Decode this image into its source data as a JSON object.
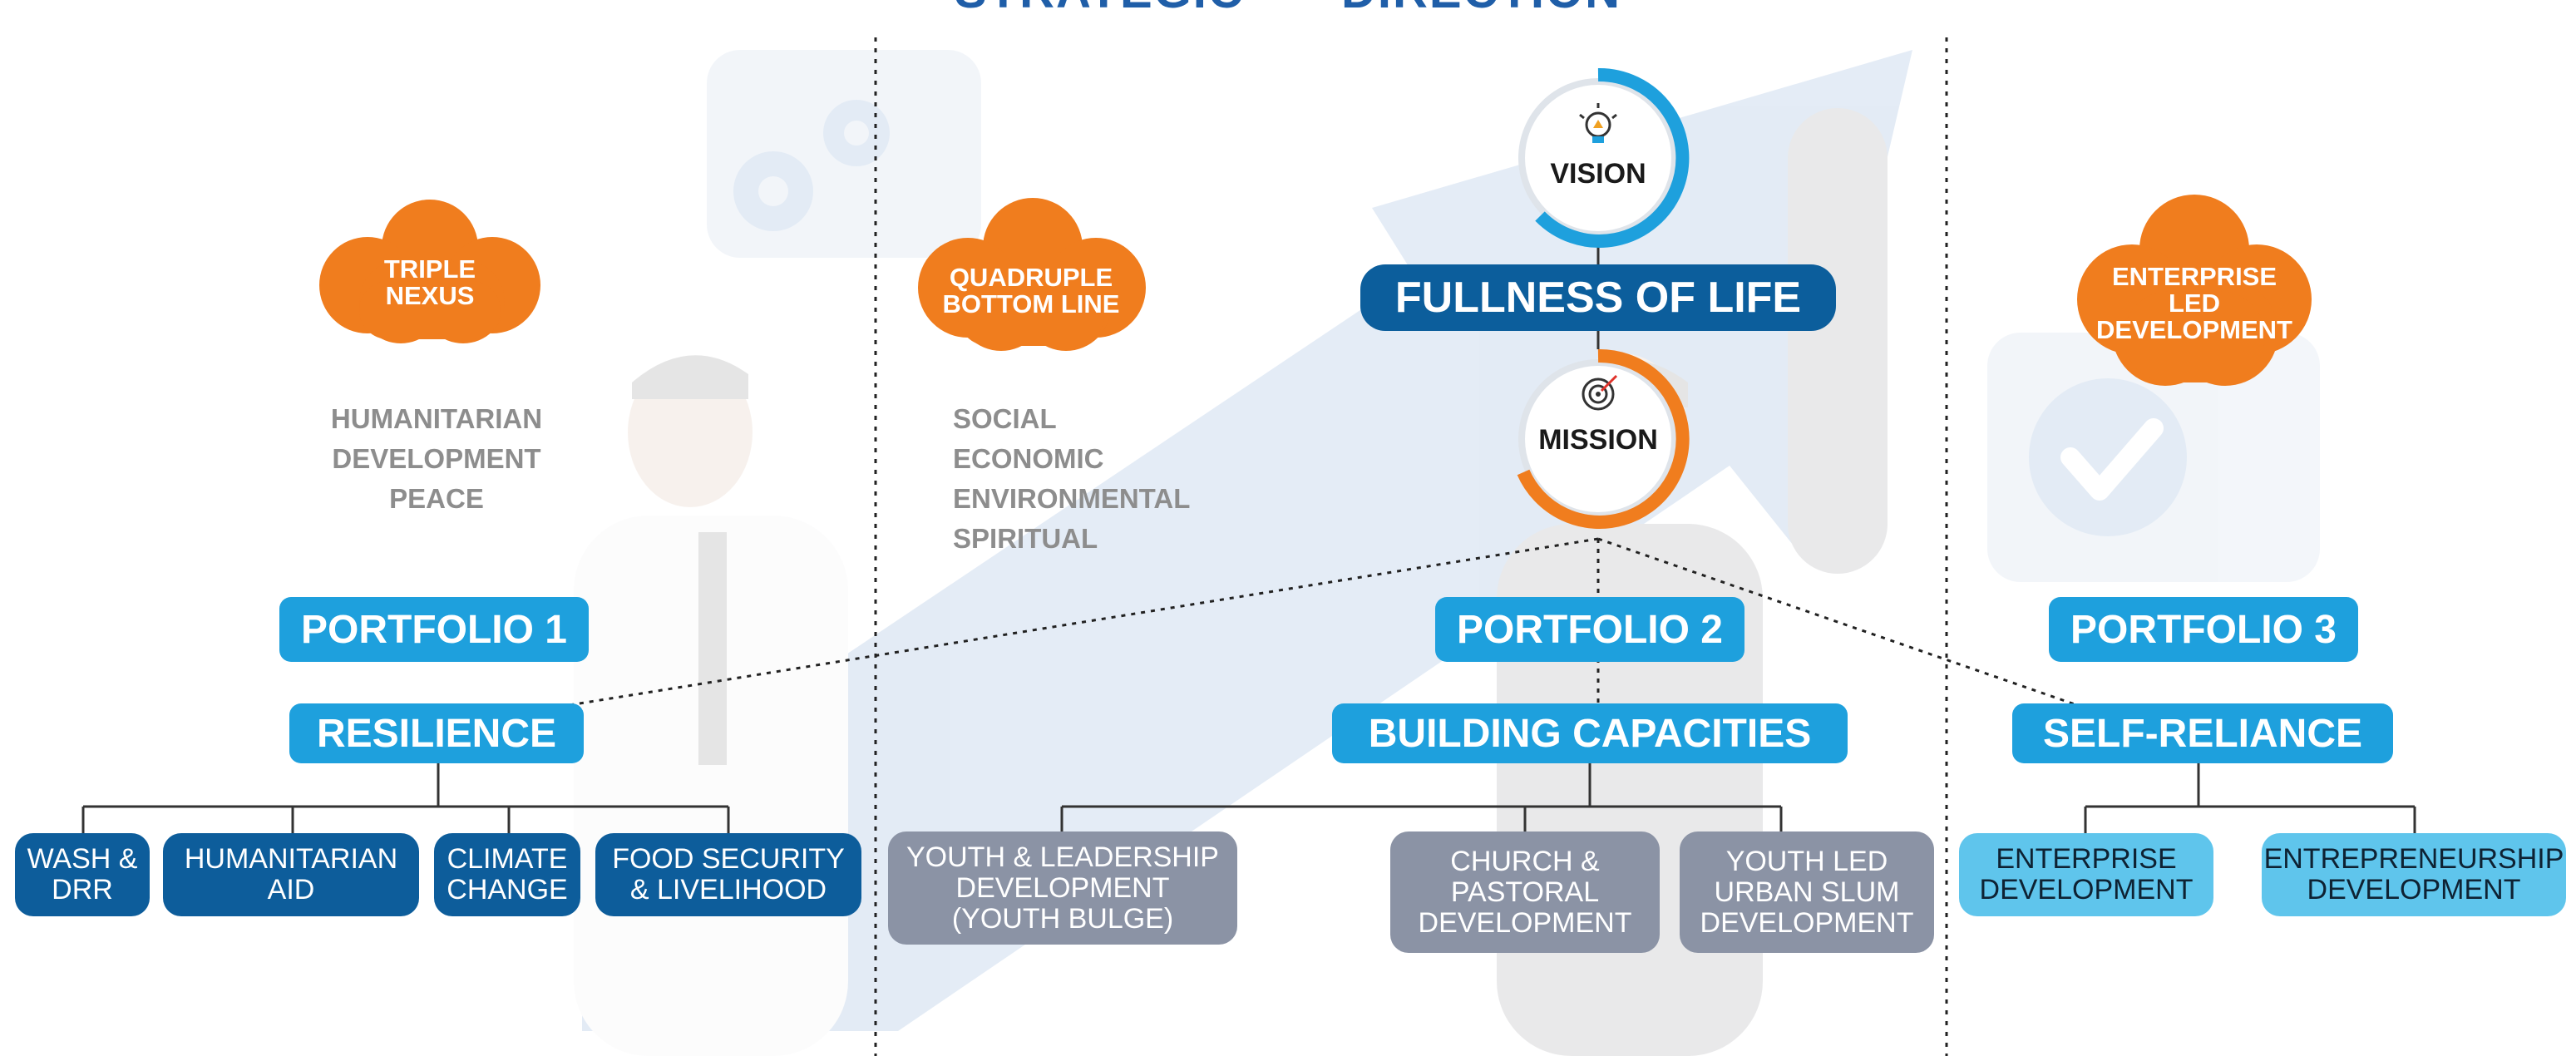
{
  "title": {
    "left": "STRATEGIC",
    "right": "DIRECTION"
  },
  "vision": {
    "label": "VISION"
  },
  "mission": {
    "label": "MISSION"
  },
  "goal": {
    "label": "FULLNESS OF LIFE"
  },
  "clouds": [
    {
      "label": "TRIPLE\nNEXUS"
    },
    {
      "label": "QUADRUPLE\nBOTTOM LINE"
    },
    {
      "label": "ENTERPRISE\nLED\nDEVELOPMENT"
    }
  ],
  "lists": {
    "nexus": [
      "HUMANITARIAN",
      "DEVELOPMENT",
      "PEACE"
    ],
    "bottom_line": [
      "SOCIAL",
      "ECONOMIC",
      "ENVIRONMENTAL",
      "SPIRITUAL"
    ]
  },
  "portfolios": [
    {
      "portfolio": "PORTFOLIO 1",
      "theme": "RESILIENCE",
      "items": [
        "WASH &\nDRR",
        "HUMANITARIAN\nAID",
        "CLIMATE\nCHANGE",
        "FOOD SECURITY\n& LIVELIHOOD"
      ]
    },
    {
      "portfolio": "PORTFOLIO 2",
      "theme": "BUILDING CAPACITIES",
      "items": [
        "YOUTH & LEADERSHIP\nDEVELOPMENT\n(YOUTH BULGE)",
        "CHURCH &\nPASTORAL\nDEVELOPMENT",
        "YOUTH LED\nURBAN SLUM\nDEVELOPMENT"
      ]
    },
    {
      "portfolio": "PORTFOLIO 3",
      "theme": "SELF-RELIANCE",
      "items": [
        "ENTERPRISE\nDEVELOPMENT",
        "ENTREPRENEURSHIP\nDEVELOPMENT"
      ]
    }
  ],
  "icons": [
    "lightbulb-icon",
    "target-icon",
    "gears-icon",
    "checkmark-icon",
    "growth-arrow-icon"
  ],
  "colors": {
    "title": "#1f5ea8",
    "cloud": "#f07d1e",
    "portfolio": "#1ea0dd",
    "goal": "#0c5e9c",
    "resilience_items": "#0d5d9b",
    "capacity_items": "#8b93a5",
    "self_reliance_items": "#5fc5ec"
  }
}
